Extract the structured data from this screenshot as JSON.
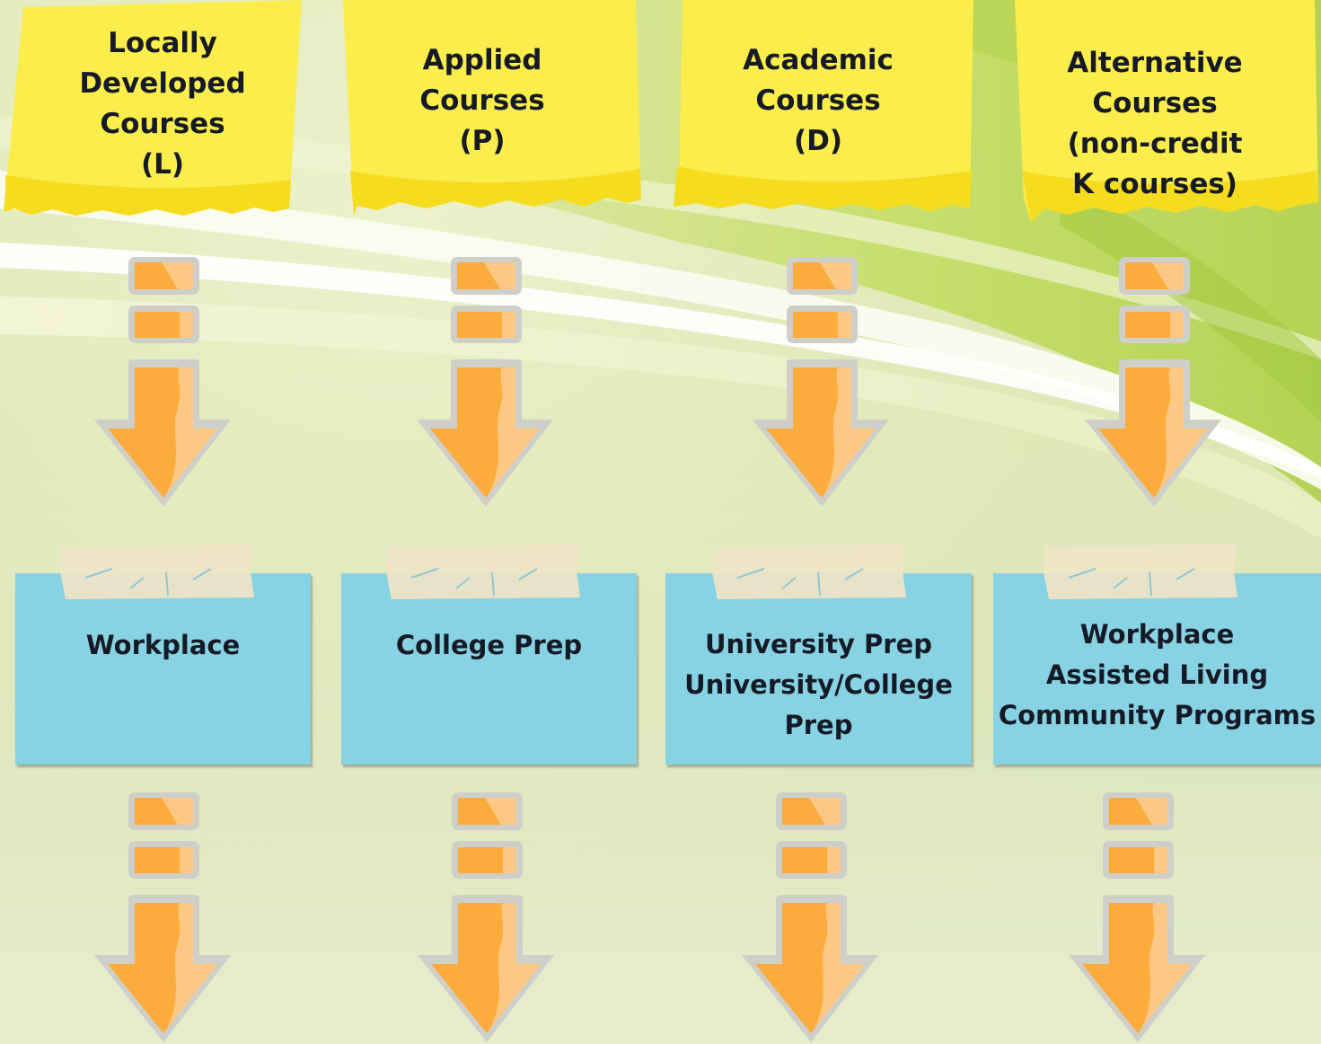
{
  "columns": [
    {
      "id": "locally-developed",
      "course_lines": [
        "Locally",
        "Developed",
        "Courses",
        "(L)"
      ],
      "destination_lines": [
        "Workplace"
      ]
    },
    {
      "id": "applied",
      "course_lines": [
        "Applied",
        "Courses",
        "(P)"
      ],
      "destination_lines": [
        "College Prep"
      ]
    },
    {
      "id": "academic",
      "course_lines": [
        "Academic",
        "Courses",
        "(D)"
      ],
      "destination_lines": [
        "University Prep",
        "University/College",
        "Prep"
      ]
    },
    {
      "id": "alternative",
      "course_lines": [
        "Alternative",
        "Courses",
        "(non-credit",
        "K courses)"
      ],
      "destination_lines": [
        "Workplace",
        "Assisted Living",
        "Community Programs"
      ]
    }
  ],
  "colors": {
    "sticky_note": "#fbed4c",
    "destination_note": "#88d3e3",
    "tape": "#efe4c6",
    "arrow": "#fbac3d",
    "arrow_highlight": "#fdc884",
    "arrow_outline": "#cfcfca",
    "swoosh_green": "#b6d455"
  },
  "icons": {
    "sticky": "sticky-note-icon",
    "tape": "tape-icon",
    "arrow": "arrow-down-icon"
  }
}
